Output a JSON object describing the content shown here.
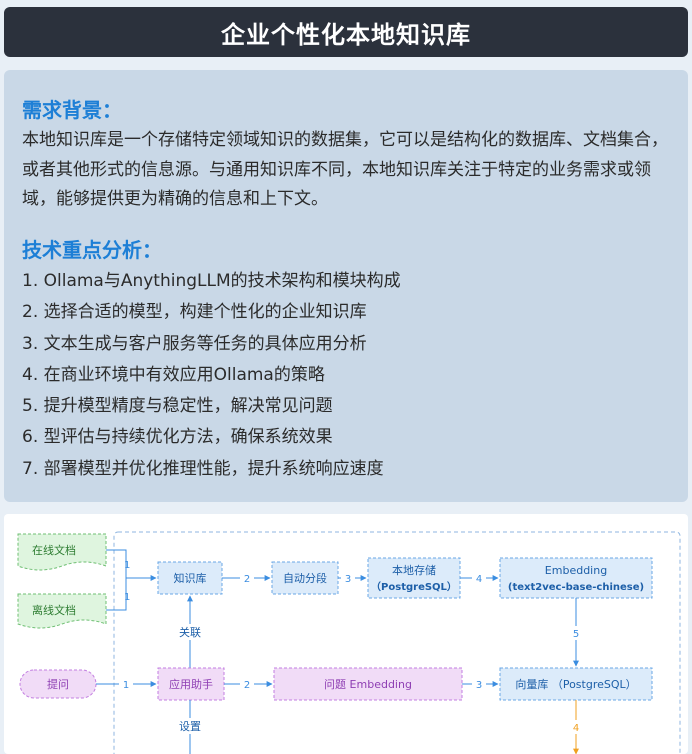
{
  "title": "企业个性化本地知识库",
  "background": {
    "heading": "需求背景：",
    "text": "本地知识库是一个存储特定领域知识的数据集，它可以是结构化的数据库、文档集合，或者其他形式的信息源。与通用知识库不同，本地知识库关注于特定的业务需求或领域，能够提供更为精确的信息和上下文。"
  },
  "focus": {
    "heading": "技术重点分析：",
    "items": [
      "1. Ollama与AnythingLLM的技术架构和模块构成",
      "2. 选择合适的模型，构建个性化的企业知识库",
      "3. 文本生成与客户服务等任务的具体应用分析",
      "4. 在商业环境中有效应用Ollama的策略",
      "5. 提升模型精度与稳定性，解决常见问题",
      "6. 型评估与持续优化方法，确保系统效果",
      "7. 部署模型并优化推理性能，提升系统响应速度"
    ]
  },
  "diagram": {
    "nodes": {
      "online_docs": "在线文档",
      "offline_docs": "离线文档",
      "knowledge_base": "知识库",
      "auto_segment": "自动分段",
      "local_storage_1": "本地存储",
      "local_storage_2": "（PostgreSQL）",
      "embedding_1": "Embedding",
      "embedding_2": "(text2vec-base-chinese)",
      "question": "提问",
      "assistant": "应用助手",
      "question_embedding": "问题 Embedding",
      "vector_db": "向量库 （PostgreSQL）"
    },
    "edge_labels": {
      "online_to_kb": "1",
      "offline_to_kb": "1",
      "kb_to_segment": "2",
      "segment_to_storage": "3",
      "storage_to_embedding": "4",
      "embedding_to_vector": "5",
      "question_to_assistant": "1",
      "assistant_to_qembed": "2",
      "qembed_to_vector": "3",
      "vector_down": "4",
      "relate": "关联",
      "setting": "设置"
    },
    "colors": {
      "doc_fill": "#dff5df",
      "doc_stroke": "#6fbf73",
      "blue_fill": "#dcebfa",
      "blue_stroke": "#6aa7e6",
      "purple_fill": "#f1dcf7",
      "purple_stroke": "#c27ee0",
      "orange": "#f0a020",
      "edge": "#3b8de0"
    }
  }
}
